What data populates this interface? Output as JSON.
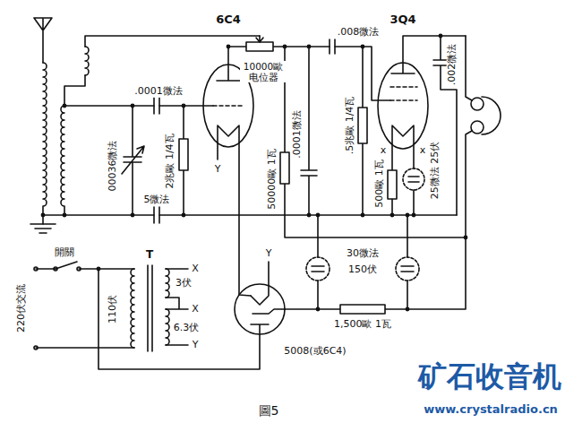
{
  "diagram": {
    "caption": "圖5",
    "labels": [
      "6C4",
      ".008微法",
      "3Q4",
      ".0001微法",
      "10000歐 电位器",
      ".002微法",
      "00036微法",
      "2兆歐 1/4瓦",
      "5微法",
      "50000歐 1瓦",
      ".0001微法",
      ".5兆歐 1/4瓦",
      "500歐 1瓦",
      "25微法 25伏",
      "Y",
      "x",
      "x",
      "Y",
      "30微法",
      "150伏",
      "開關",
      "T",
      "X",
      "3伏",
      "X",
      "6.3伏",
      "Y",
      "110伏",
      "220伏交流",
      "1,500歐 1瓦",
      "5008(或6C4)",
      "矿石收音机",
      "www.crystalradio.cn"
    ]
  }
}
